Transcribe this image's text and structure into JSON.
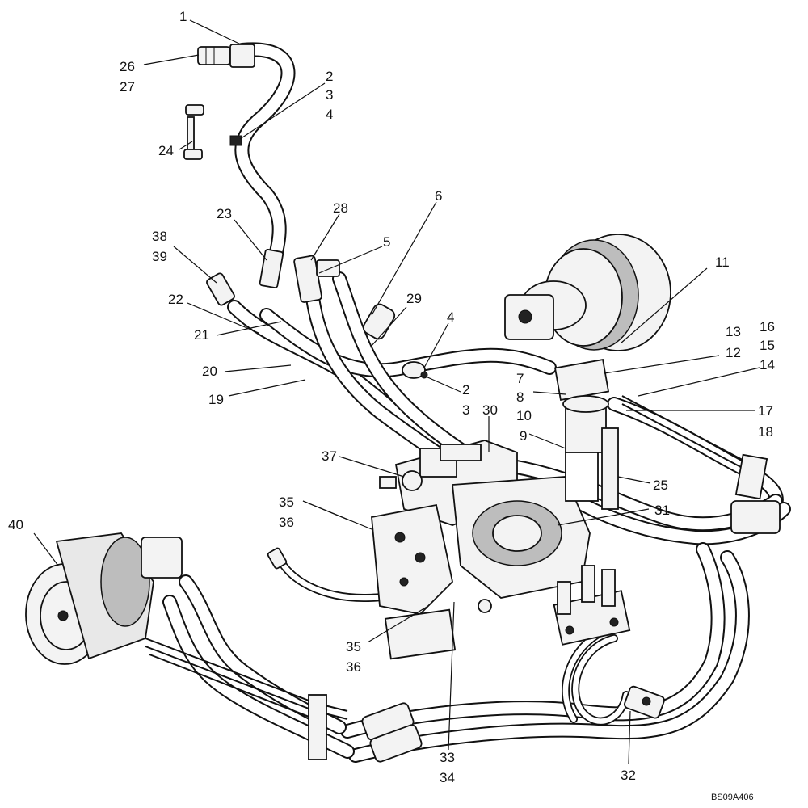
{
  "diagram": {
    "drawing_code": "BS09A406",
    "callouts": [
      {
        "id": "c1",
        "lines": [
          "1"
        ]
      },
      {
        "id": "c26",
        "lines": [
          "26",
          "27"
        ]
      },
      {
        "id": "c2a",
        "lines": [
          "2",
          "3",
          "4"
        ]
      },
      {
        "id": "c24",
        "lines": [
          "24"
        ]
      },
      {
        "id": "c6",
        "lines": [
          "6"
        ]
      },
      {
        "id": "c23",
        "lines": [
          "23"
        ]
      },
      {
        "id": "c28",
        "lines": [
          "28"
        ]
      },
      {
        "id": "c5",
        "lines": [
          "5"
        ]
      },
      {
        "id": "c38",
        "lines": [
          "38",
          "39"
        ]
      },
      {
        "id": "c22",
        "lines": [
          "22"
        ]
      },
      {
        "id": "c29",
        "lines": [
          "29"
        ]
      },
      {
        "id": "c11",
        "lines": [
          "11"
        ]
      },
      {
        "id": "c4",
        "lines": [
          "4"
        ]
      },
      {
        "id": "c21",
        "lines": [
          "21"
        ]
      },
      {
        "id": "c13",
        "lines": [
          "13",
          "12"
        ]
      },
      {
        "id": "c16",
        "lines": [
          "16",
          "15",
          "14"
        ]
      },
      {
        "id": "c20",
        "lines": [
          "20"
        ]
      },
      {
        "id": "c2b",
        "lines": [
          "2",
          "3"
        ]
      },
      {
        "id": "c7",
        "lines": [
          "7",
          "8",
          "10"
        ]
      },
      {
        "id": "c19",
        "lines": [
          "19"
        ]
      },
      {
        "id": "c30",
        "lines": [
          "30"
        ]
      },
      {
        "id": "c17",
        "lines": [
          "17",
          "18"
        ]
      },
      {
        "id": "c9",
        "lines": [
          "9"
        ]
      },
      {
        "id": "c37",
        "lines": [
          "37"
        ]
      },
      {
        "id": "c25",
        "lines": [
          "25"
        ]
      },
      {
        "id": "c35a",
        "lines": [
          "35",
          "36"
        ]
      },
      {
        "id": "c31",
        "lines": [
          "31"
        ]
      },
      {
        "id": "c40",
        "lines": [
          "40"
        ]
      },
      {
        "id": "c35b",
        "lines": [
          "35",
          "36"
        ]
      },
      {
        "id": "c33",
        "lines": [
          "33",
          "34"
        ]
      },
      {
        "id": "c32",
        "lines": [
          "32"
        ]
      }
    ]
  }
}
